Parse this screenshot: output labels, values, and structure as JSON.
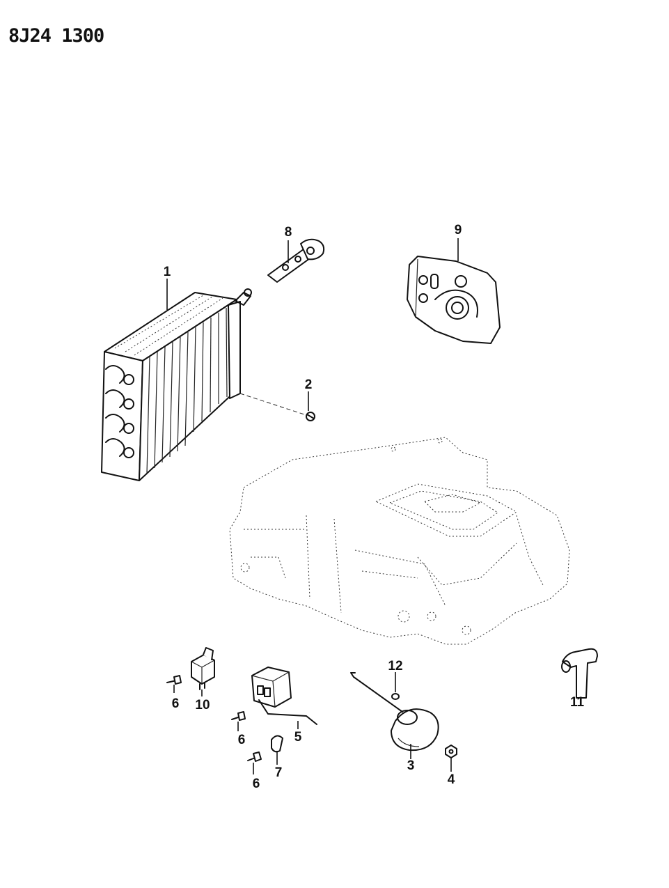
{
  "diagram": {
    "code": "8J24 1300",
    "callouts": {
      "c1": "1",
      "c2": "2",
      "c3": "3",
      "c4": "4",
      "c5": "5",
      "c6a": "6",
      "c6b": "6",
      "c6c": "6",
      "c7": "7",
      "c8": "8",
      "c9": "9",
      "c10": "10",
      "c11": "11",
      "c12": "12"
    }
  }
}
